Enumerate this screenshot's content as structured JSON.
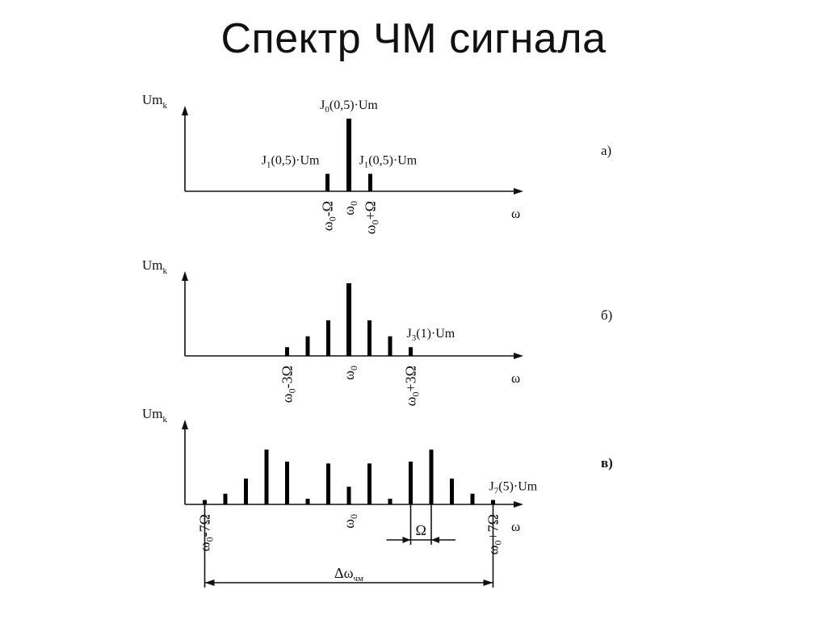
{
  "title": "Спектр ЧМ сигнала",
  "chart_data": [
    {
      "type": "bar",
      "panel": "а)",
      "ylabel": "Um",
      "ylabel_sub": "k",
      "xlabel": "ω",
      "categories": [
        -1,
        0,
        1
      ],
      "values": [
        0.24,
        1.0,
        0.24
      ],
      "ylim": [
        0,
        1.08
      ],
      "bar_labels": [
        {
          "at": -1,
          "main": "J",
          "sub": "1",
          "rest": "(0,5)·Um"
        },
        {
          "at": 0,
          "main": "J",
          "sub": "0",
          "rest": "(0,5)·Um"
        },
        {
          "at": 1,
          "main": "J",
          "sub": "1",
          "rest": "(0,5)·Um"
        }
      ],
      "tick_labels": [
        {
          "at": -1,
          "text": "ω0-Ω",
          "sub_index": 1
        },
        {
          "at": 0,
          "text": "ω0",
          "sub_index": 1
        },
        {
          "at": 1,
          "text": "ω0+Ω",
          "sub_index": 1
        }
      ]
    },
    {
      "type": "bar",
      "panel": "б)",
      "ylabel": "Um",
      "ylabel_sub": "k",
      "xlabel": "ω",
      "categories": [
        -3,
        -2,
        -1,
        0,
        1,
        2,
        3
      ],
      "values": [
        0.12,
        0.27,
        0.49,
        1.0,
        0.49,
        0.27,
        0.12
      ],
      "ylim": [
        0,
        1.08
      ],
      "bar_labels": [
        {
          "at": 3,
          "main": "J",
          "sub": "3",
          "rest": "(1)·Um"
        }
      ],
      "tick_labels": [
        {
          "at": -3,
          "text": "ω0-3Ω",
          "sub_index": 1
        },
        {
          "at": 0,
          "text": "ω0",
          "sub_index": 1
        },
        {
          "at": 3,
          "text": "ω0+3Ω",
          "sub_index": 1
        }
      ]
    },
    {
      "type": "bar",
      "panel": "в)",
      "ylabel": "Um",
      "ylabel_sub": "k",
      "xlabel": "ω",
      "categories": [
        -7,
        -6,
        -5,
        -4,
        -3,
        -2,
        -1,
        0,
        1,
        2,
        3,
        4,
        5,
        6,
        7
      ],
      "values": [
        0.07,
        0.17,
        0.41,
        0.87,
        0.68,
        0.09,
        0.65,
        0.28,
        0.65,
        0.09,
        0.68,
        0.87,
        0.41,
        0.17,
        0.07
      ],
      "ylim": [
        0,
        1.08
      ],
      "bar_labels": [
        {
          "at": 7,
          "main": "J",
          "sub": "7",
          "rest": "(5)·Um"
        }
      ],
      "tick_labels": [
        {
          "at": -7,
          "text": "ω0-7Ω",
          "sub_index": 1
        },
        {
          "at": 0,
          "text": "ω0",
          "sub_index": 1
        },
        {
          "at": 7,
          "text": "ω0+7Ω",
          "sub_index": 1
        }
      ],
      "spacing_label": "Ω",
      "bandwidth_label": {
        "main": "Δω",
        "sub": "чм"
      }
    }
  ]
}
